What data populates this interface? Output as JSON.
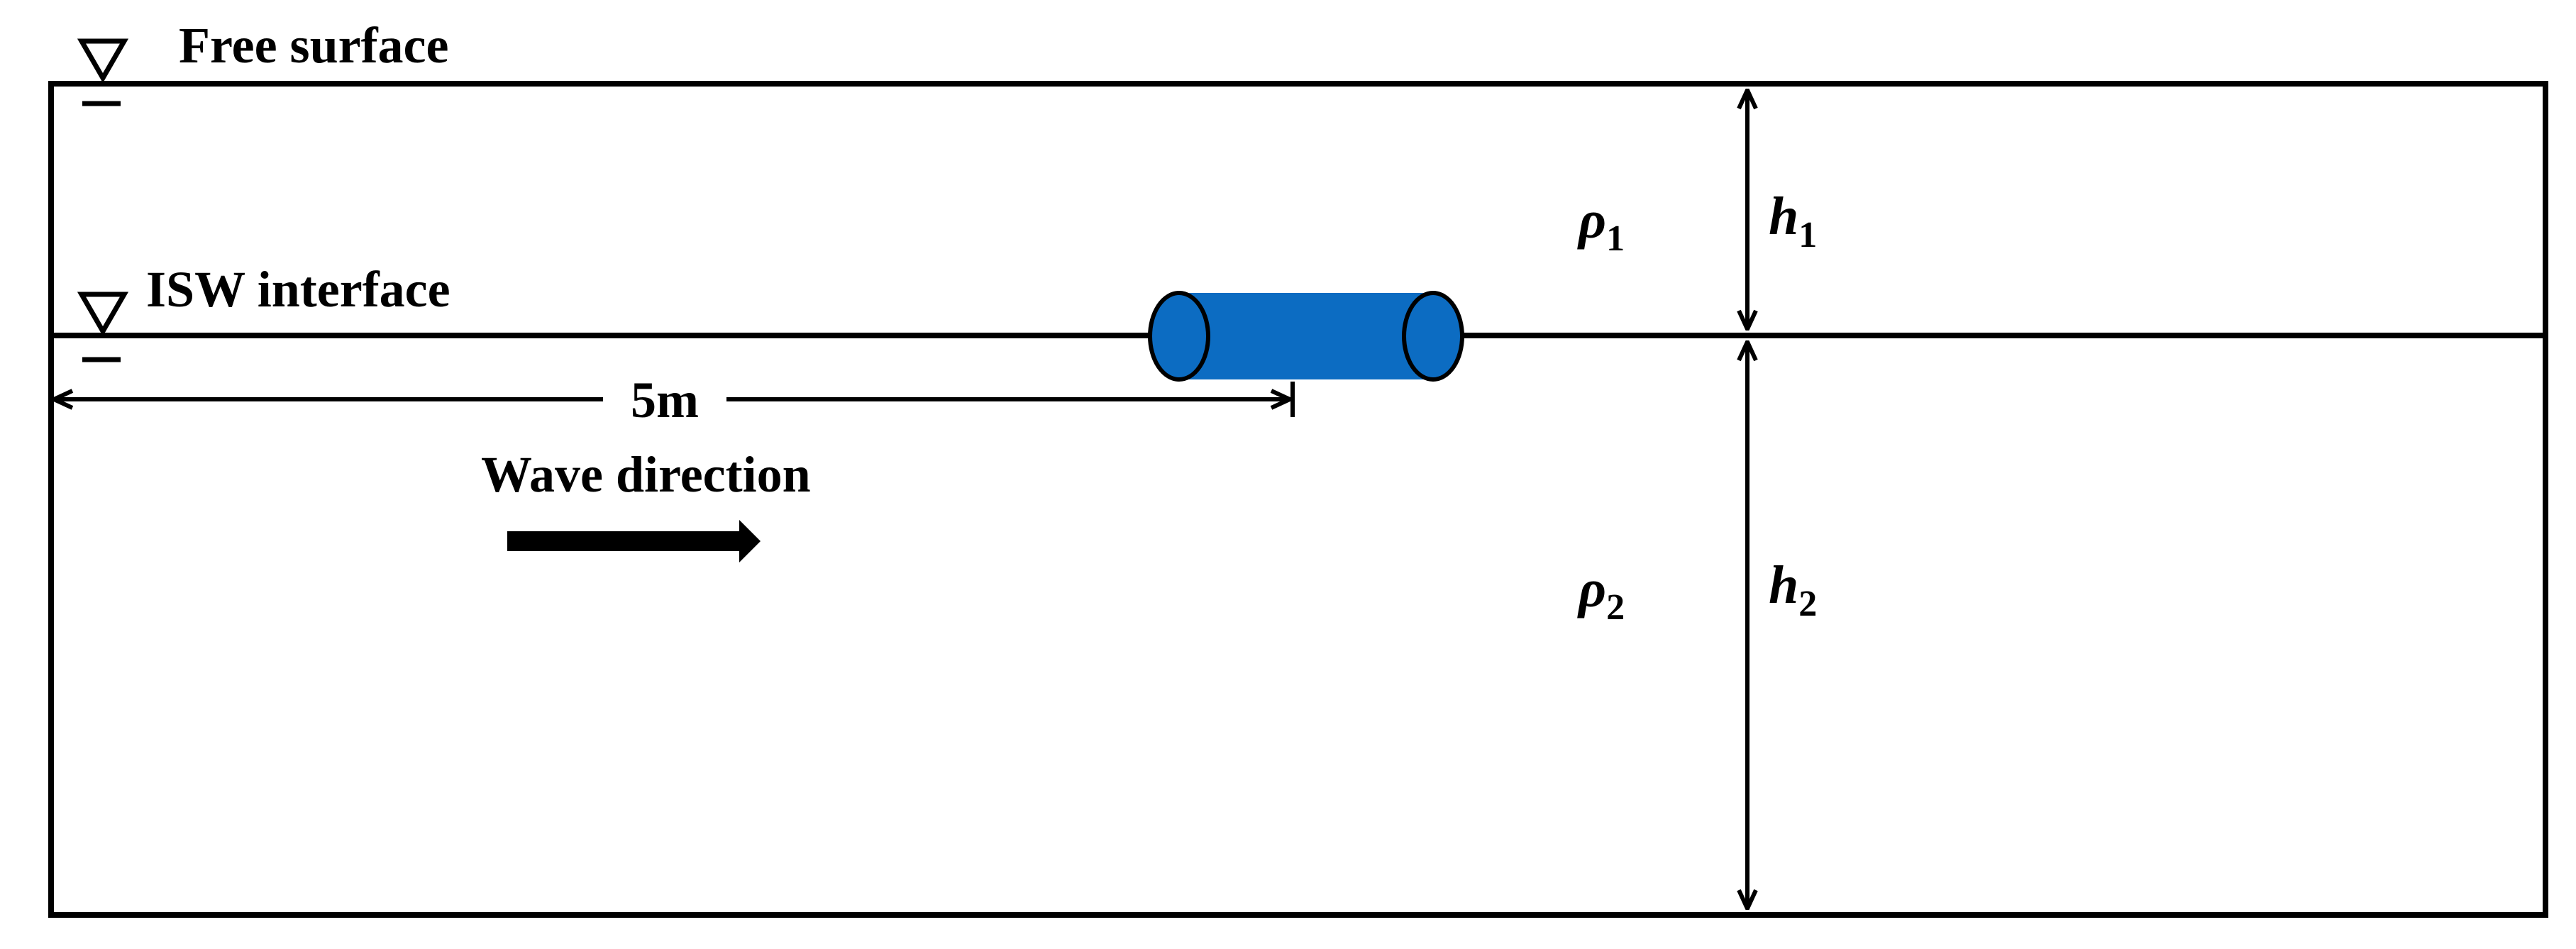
{
  "labels": {
    "free_surface": "Free surface",
    "isw_interface": "ISW interface",
    "distance": "5m",
    "wave_direction": "Wave direction"
  },
  "symbols": {
    "rho": "ρ",
    "h": "h",
    "sub1": "1",
    "sub2": "2"
  },
  "colors": {
    "cylinder_fill": "#0c6cc2",
    "line": "#000000",
    "background": "#ffffff"
  },
  "icons": {
    "water_level_marker": "inverted-triangle-with-bar",
    "wave_arrow": "thick-right-arrow"
  }
}
